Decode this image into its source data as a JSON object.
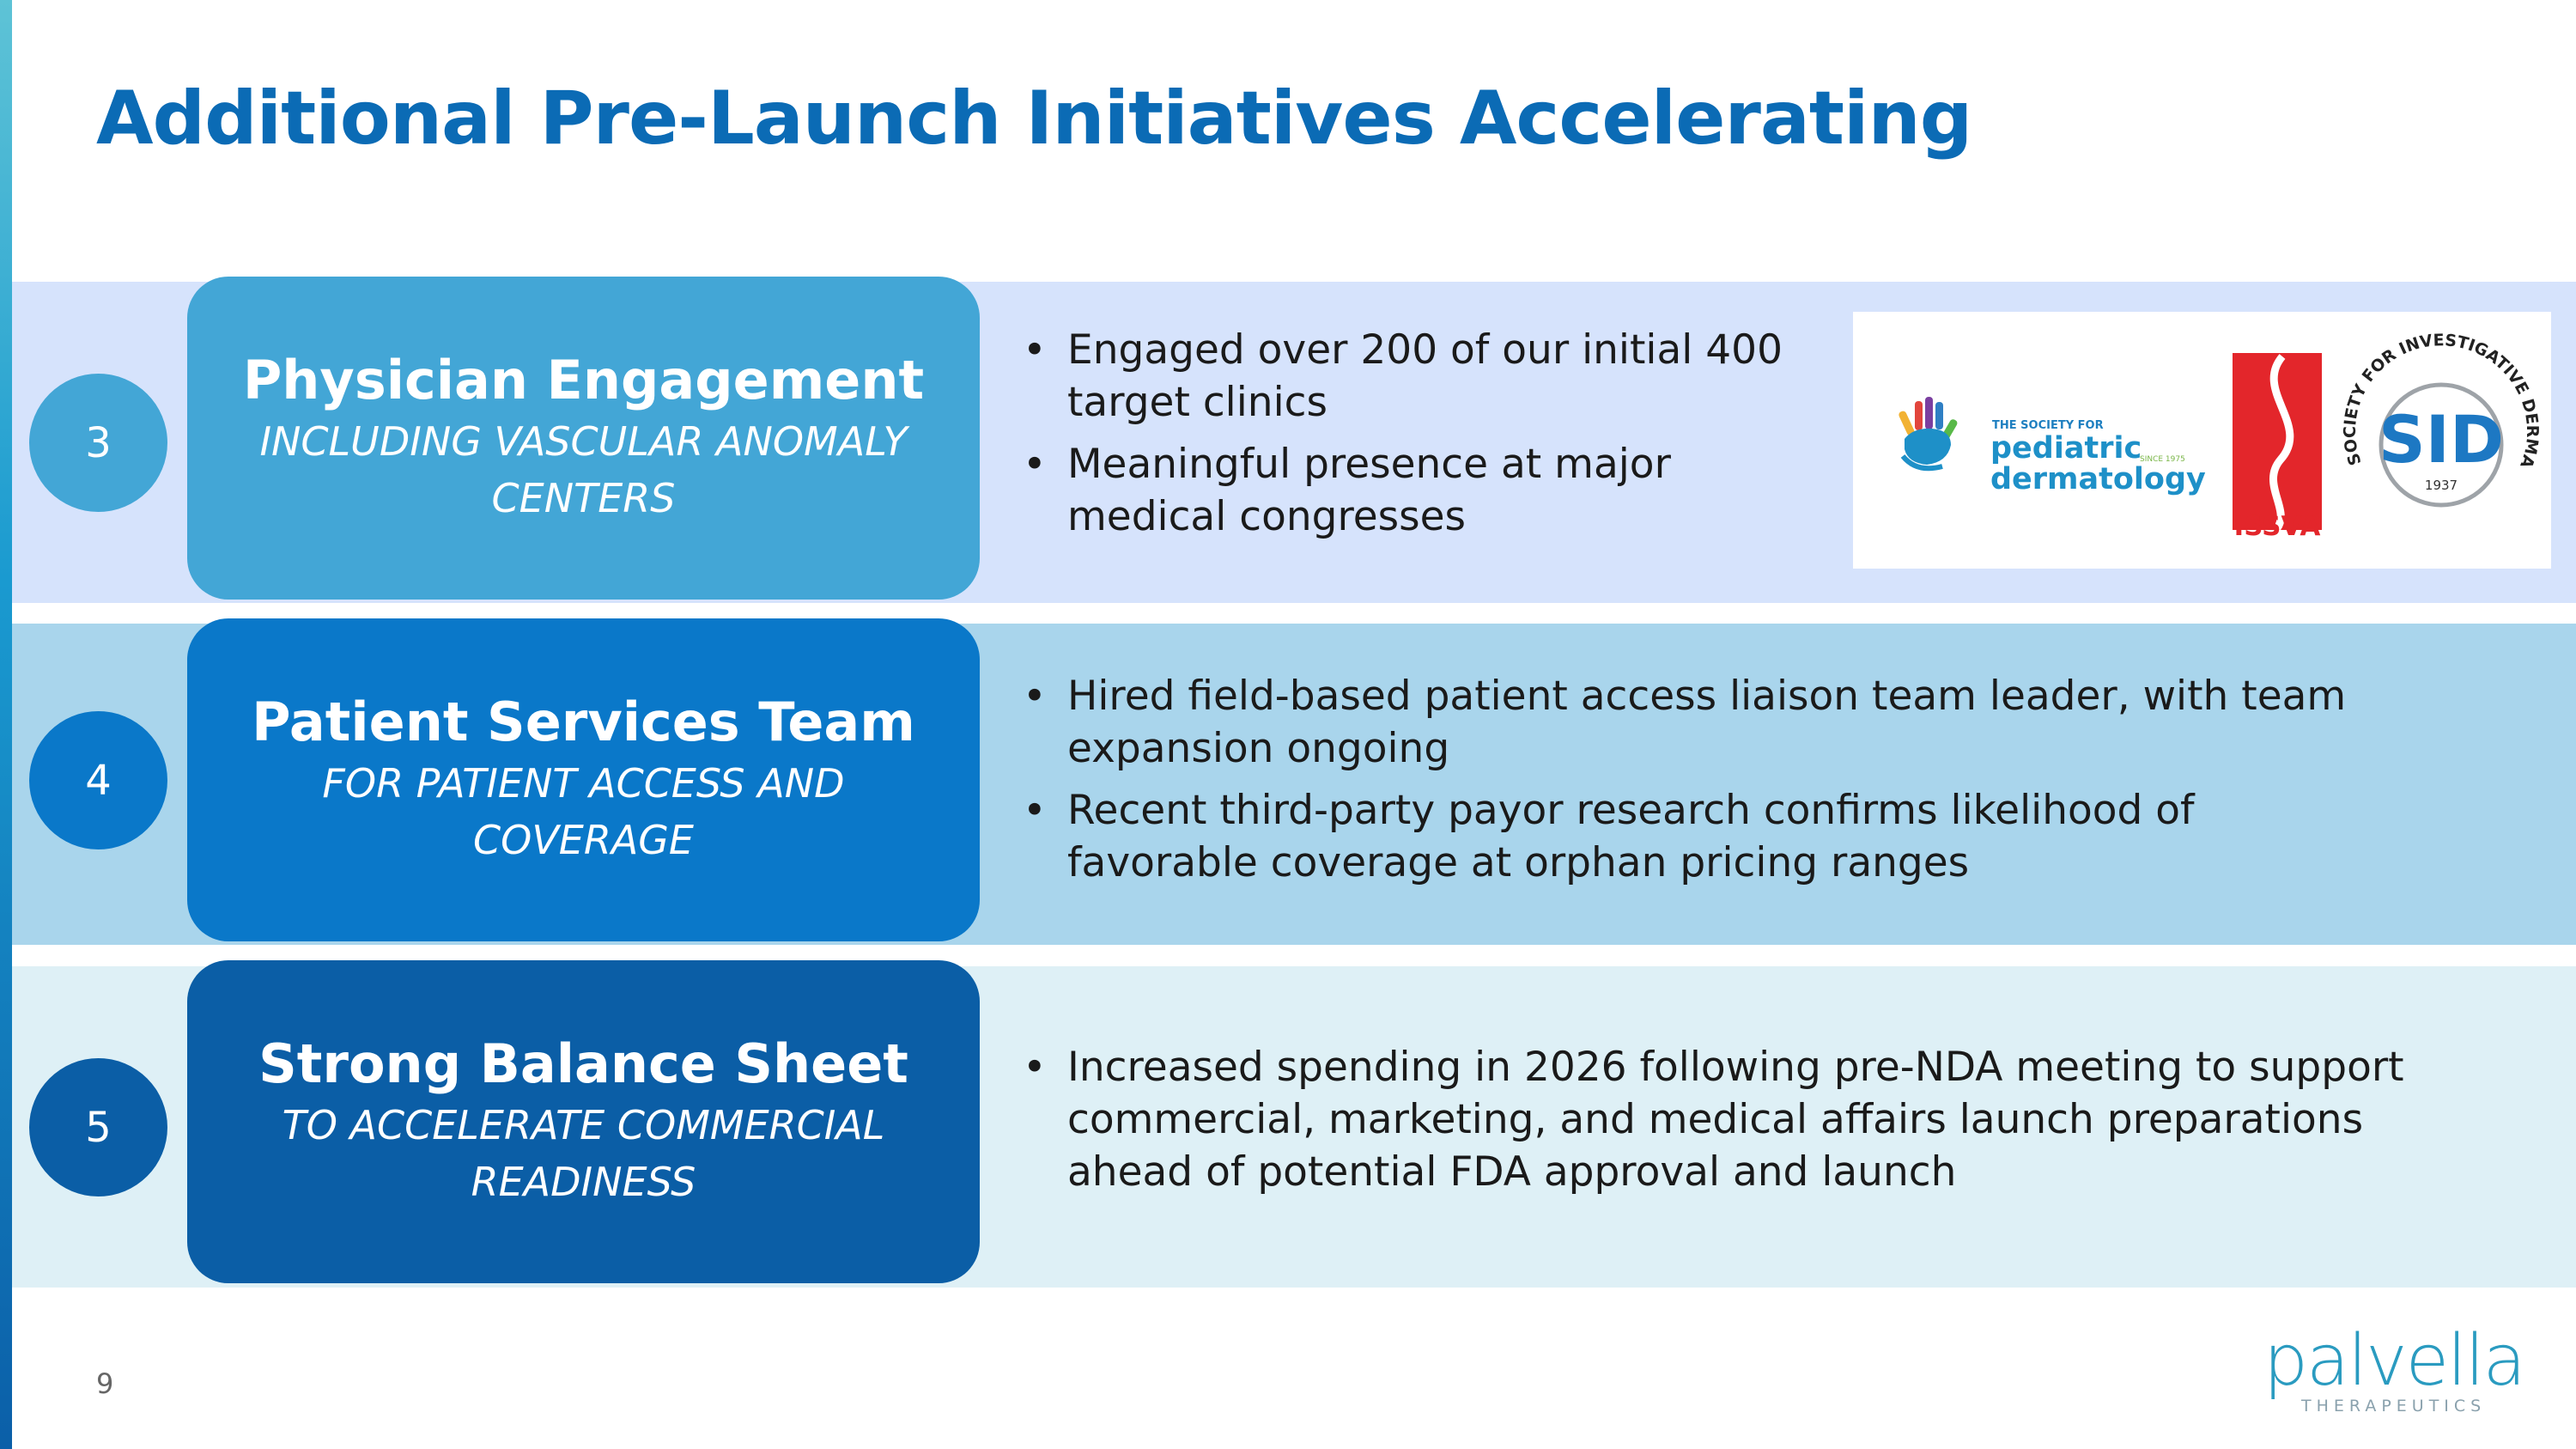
{
  "slide": {
    "title": "Additional Pre-Launch Initiatives Accelerating",
    "page_number": "9"
  },
  "rows": [
    {
      "number": "3",
      "heading": "Physician Engagement",
      "subheading": "INCLUDING VASCULAR ANOMALY CENTERS",
      "pill_color": "#43a6d6",
      "bullets": [
        "Engaged over 200 of our initial 400 target clinics",
        "Meaningful presence at major medical congresses"
      ]
    },
    {
      "number": "4",
      "heading": "Patient Services Team",
      "subheading": "FOR PATIENT ACCESS AND COVERAGE",
      "pill_color": "#0a78c9",
      "bullets": [
        "Hired field-based patient access liaison team leader, with team expansion ongoing",
        "Recent third-party payor research confirms likelihood of favorable coverage at orphan pricing ranges"
      ]
    },
    {
      "number": "5",
      "heading": "Strong Balance Sheet",
      "subheading": "TO ACCELERATE COMMERCIAL READINESS",
      "pill_color": "#0b5ea6",
      "bullets": [
        "Increased spending in 2026 following pre-NDA meeting to support commercial, marketing, and medical affairs launch preparations ahead of potential FDA approval and launch"
      ]
    }
  ],
  "logos": {
    "spd": {
      "line1": "THE SOCIETY FOR",
      "line2": "pediatric",
      "line3": "dermatology",
      "since": "SINCE 1975"
    },
    "issva": {
      "label": "ISSVA"
    },
    "sid": {
      "letters": "SID",
      "ring_text": "SOCIETY FOR INVESTIGATIVE DERMATOLOGY",
      "year": "1937"
    }
  },
  "brand": {
    "name": "palvella",
    "tagline": "THERAPEUTICS"
  },
  "colors": {
    "title": "#0b6bb5",
    "band1": "#d6e3fc",
    "band2": "#a9d5ec",
    "band3": "#def0f6"
  }
}
